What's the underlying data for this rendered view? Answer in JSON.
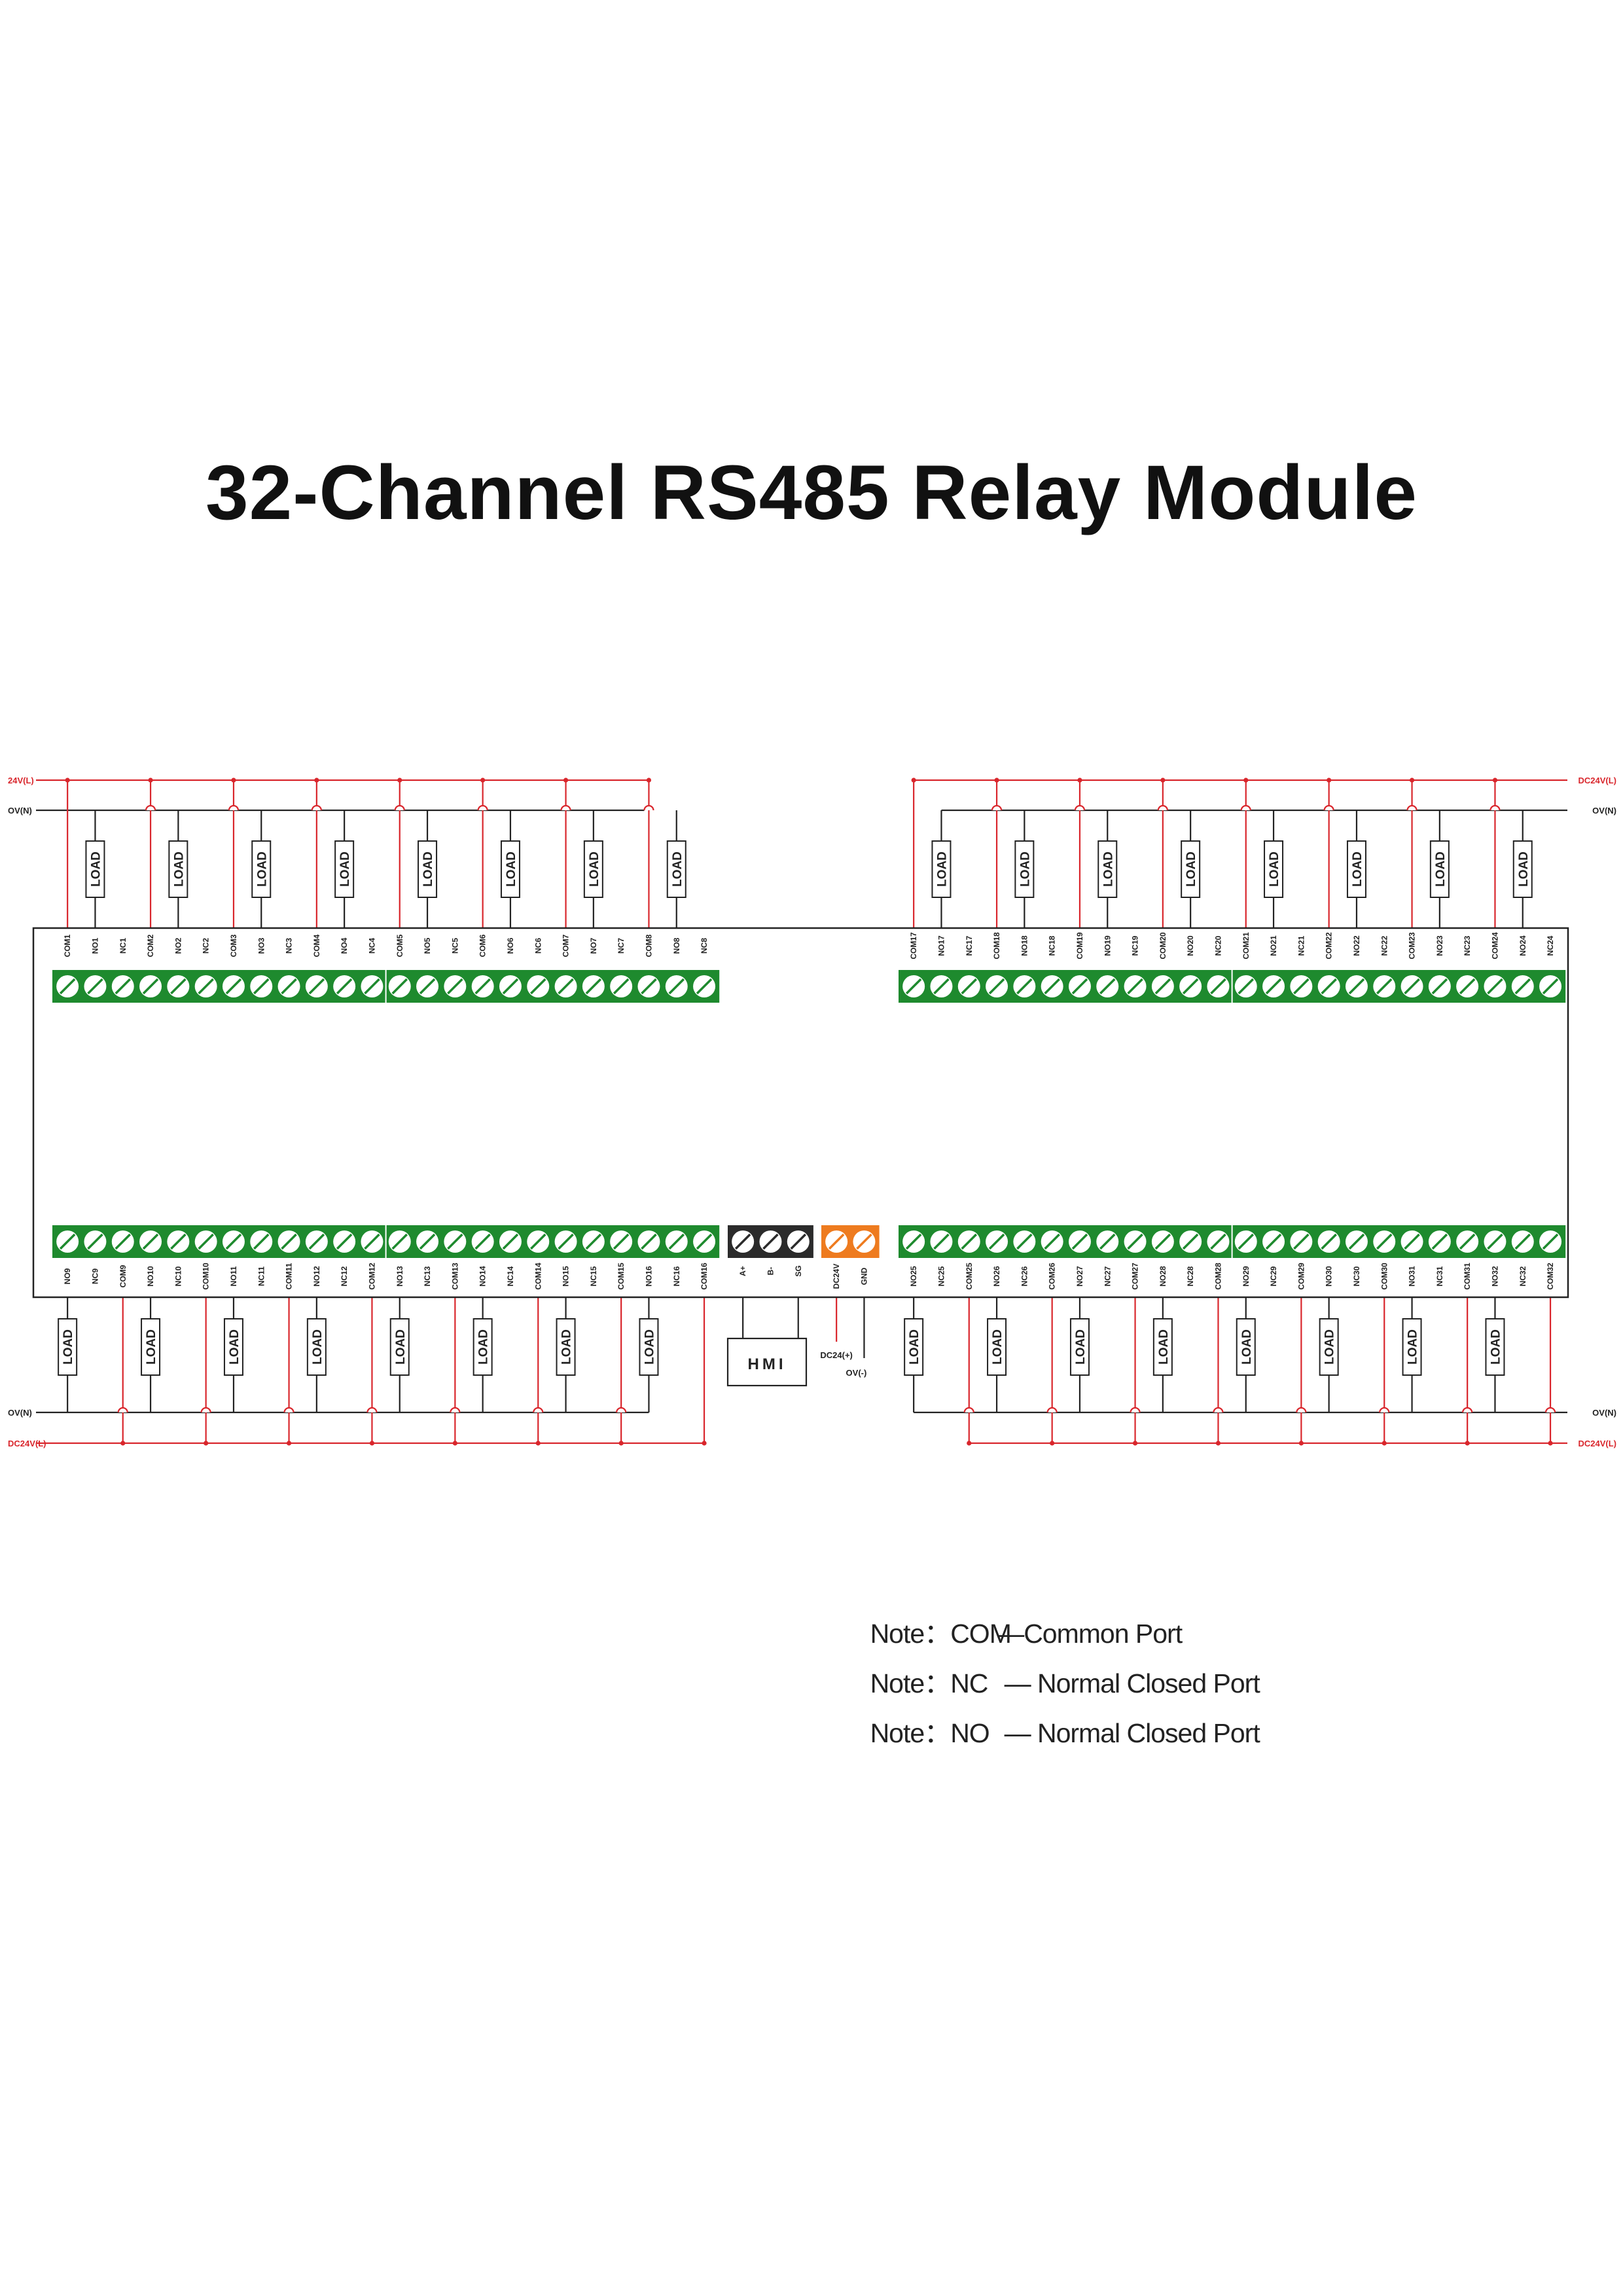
{
  "title": "32-Channel RS485 Relay Module",
  "rails": {
    "top_left_supply": "24V(L)",
    "top_right_supply": "DC24V(L)",
    "bottom_supply": "DC24V(L)",
    "neutral": "OV(N)"
  },
  "load_label": "LOAD",
  "hmi_label": "HMI",
  "rs485_pins": [
    "A+",
    "B-",
    "SG"
  ],
  "power_pins": [
    "DC24V",
    "GND"
  ],
  "power_labels": {
    "positive": "DC24(+)",
    "negative": "OV(-)"
  },
  "top_left_pins": [
    "COM1",
    "NO1",
    "NC1",
    "COM2",
    "NO2",
    "NC2",
    "COM3",
    "NO3",
    "NC3",
    "COM4",
    "NO4",
    "NC4",
    "COM5",
    "NO5",
    "NC5",
    "COM6",
    "NO6",
    "NC6",
    "COM7",
    "NO7",
    "NC7",
    "COM8",
    "NO8",
    "NC8"
  ],
  "top_right_pins": [
    "COM17",
    "NO17",
    "NC17",
    "COM18",
    "NO18",
    "NC18",
    "COM19",
    "NO19",
    "NC19",
    "COM20",
    "NO20",
    "NC20",
    "COM21",
    "NO21",
    "NC21",
    "COM22",
    "NO22",
    "NC22",
    "COM23",
    "NO23",
    "NC23",
    "COM24",
    "NO24",
    "NC24"
  ],
  "bottom_left_pins": [
    "NO9",
    "NC9",
    "COM9",
    "NO10",
    "NC10",
    "COM10",
    "NO11",
    "NC11",
    "COM11",
    "NO12",
    "NC12",
    "COM12",
    "NO13",
    "NC13",
    "COM13",
    "NO14",
    "NC14",
    "COM14",
    "NO15",
    "NC15",
    "COM15",
    "NO16",
    "NC16",
    "COM16"
  ],
  "bottom_right_pins": [
    "NO25",
    "NC25",
    "COM25",
    "NO26",
    "NC26",
    "COM26",
    "NO27",
    "NC27",
    "COM27",
    "NO28",
    "NC28",
    "COM28",
    "NO29",
    "NC29",
    "COM29",
    "NO30",
    "NC30",
    "COM30",
    "NO31",
    "NC31",
    "COM31",
    "NO32",
    "NC32",
    "COM32"
  ],
  "notes": [
    {
      "prefix": "Note：",
      "key": "COM",
      "dash": "—",
      "text": "Common Port"
    },
    {
      "prefix": "Note：",
      "key": "NC",
      "dash": " — ",
      "text": "Normal Closed Port"
    },
    {
      "prefix": "Note：",
      "key": "NO",
      "dash": " — ",
      "text": "Normal Closed Port"
    }
  ],
  "colors": {
    "terminal_green": "#1e8a2e",
    "rs485_block": "#2b2b2b",
    "power_block": "#ee7b1f",
    "supply_wire": "#d9262c",
    "neutral_wire": "#222222"
  }
}
